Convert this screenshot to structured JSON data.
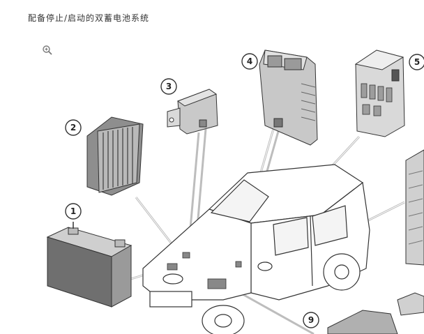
{
  "page": {
    "title": "配备停止/启动的双蓄电池系统"
  },
  "toolbar": {
    "zoom_icon": "zoom-in-icon"
  },
  "callouts": [
    "1",
    "2",
    "3",
    "4",
    "5",
    "9"
  ],
  "colors": {
    "line": "#333333",
    "leader": "#9a9a9a",
    "part_dark": "#6d6d6d",
    "part_mid": "#a8a8a8",
    "part_light": "#d8d8d8"
  }
}
